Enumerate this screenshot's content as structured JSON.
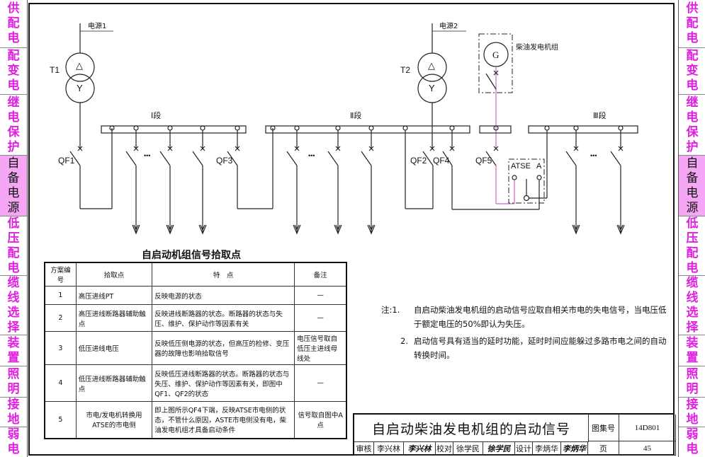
{
  "side_tabs": [
    {
      "label": "供配电",
      "active": false
    },
    {
      "label": "配变电",
      "active": false
    },
    {
      "label": "继电保护",
      "active": false
    },
    {
      "label": "自备电源",
      "active": true
    },
    {
      "label": "低压配电",
      "active": false
    },
    {
      "label": "缆线选择",
      "active": false
    },
    {
      "label": "装置",
      "active": false
    },
    {
      "label": "照明",
      "active": false
    },
    {
      "label": "接地",
      "active": false
    },
    {
      "label": "弱电",
      "active": false
    }
  ],
  "diagram": {
    "source1": "电源1",
    "source2": "电源2",
    "t1": "T1",
    "t2": "T2",
    "winding_delta": "△",
    "winding_y": "Y",
    "generator": "G",
    "generator_label": "柴油发电机组",
    "bus1": "Ⅰ段",
    "bus2": "Ⅱ段",
    "bus3": "Ⅲ段",
    "qf1": "QF1",
    "qf2": "QF2",
    "qf3": "QF3",
    "qf4": "QF4",
    "qf5": "QF5",
    "atse": "ATSE",
    "point_a": "A",
    "ellipsis": "•••",
    "accent_color": "#d060d0"
  },
  "table": {
    "title": "自启动机组信号拾取点",
    "headers": [
      "方案编号",
      "拾取点",
      "特　点",
      "备注"
    ],
    "rows": [
      {
        "no": "1",
        "point": "高压进线PT",
        "feature": "反映电源的状态",
        "note": "—"
      },
      {
        "no": "2",
        "point": "高压进线断路器辅助触点",
        "feature": "反映进线断路器的状态。断路器的状态与失压、维护、保护动作等因素有关",
        "note": "—"
      },
      {
        "no": "3",
        "point": "低压进线电压",
        "feature": "反映低压侧电源的状态，但高压的检修、变压器的故障也影响拾取信号",
        "note": "电压信号取自低压主进线母线处"
      },
      {
        "no": "4",
        "point": "低压进线断路器辅助触点",
        "feature": "反映低压进线断路器的状态。断路器的状态与失压、维护、保护动作等因素有关，即图中QF1、QF2的状态",
        "note": "—"
      },
      {
        "no": "5",
        "point": "市电/发电机转换用ATSE的市电侧",
        "feature": "即上图所示QF4下端，反映ATSE市电侧的状态，不管什么原因，ASTE市电侧没有电，柴油发电机组才具备启动条件",
        "note": "信号取自图中A点"
      }
    ]
  },
  "notes": {
    "prefix": "注:1.",
    "item1": "自启动柴油发电机组的启动信号应取自相关市电的失电信号，当电压低于额定电压的50%即认为失压。",
    "prefix2": "2.",
    "item2": "启动信号具有适当的延时功能，延时时间应能躲过多路市电之间的自动转换时间。"
  },
  "title_block": {
    "title": "自启动柴油发电机组的启动信号",
    "atlas_label": "图集号",
    "atlas_no": "14D801",
    "page_label": "页",
    "page_no": "45",
    "review_label": "审核",
    "reviewer": "李兴林",
    "reviewer_sign": "李兴林",
    "check_label": "校对",
    "checker": "徐学民",
    "checker_sign": "徐学民",
    "design_label": "设计",
    "designer": "李炳华",
    "designer_sign": "李炳华"
  }
}
